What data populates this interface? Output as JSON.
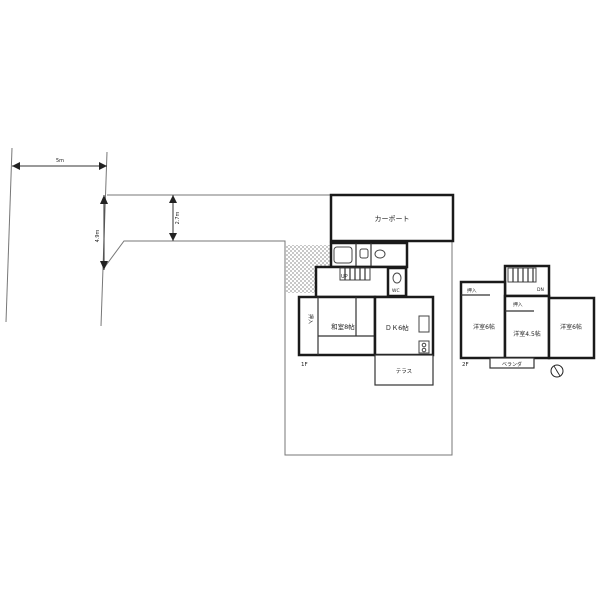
{
  "dimensions": {
    "road_width": "5m",
    "frontage_depth": "4.9m",
    "setback": "2.7m"
  },
  "first_floor": {
    "floor_label": "1F",
    "carport": "カーポート",
    "japanese_room": "和室8帖",
    "dk": "ＤＫ6帖",
    "closet": "押入",
    "terrace": "テラス",
    "wc": "WC",
    "stairs_up": "UP"
  },
  "second_floor": {
    "floor_label": "2F",
    "room_west": "洋室6帖",
    "room_center": "洋室4.5帖",
    "room_east": "洋室6帖",
    "closet_west": "押入",
    "closet_center": "押入",
    "veranda": "ベランダ",
    "stairs_down": "DN"
  },
  "north_icon": "north-arrow-icon"
}
